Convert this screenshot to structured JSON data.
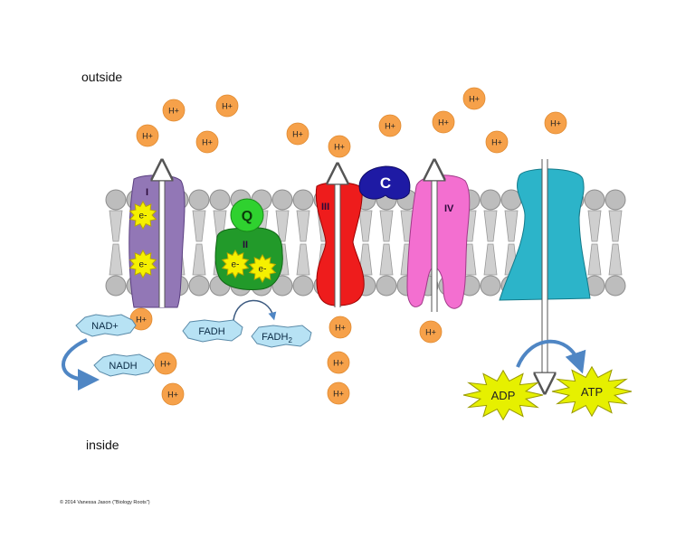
{
  "labels": {
    "outside": "outside",
    "inside": "inside",
    "proton": "H+",
    "complex_1": "I",
    "complex_2": "II",
    "complex_3": "III",
    "complex_4": "IV",
    "cytochrome_c": "C",
    "ubiquinone": "Q",
    "electron": "e-",
    "nad_plus": "NAD+",
    "nadh": "NADH",
    "fadh": "FADH",
    "fadh2_base": "FADH",
    "fadh2_sub": "2",
    "adp": "ADP",
    "atp": "ATP",
    "copyright": "© 2014 Vanessa Jason (\"Biology Roots\")"
  },
  "colors": {
    "proton": "#f6a14a",
    "complex_1": "#9277b6",
    "complex_2": "#229a2a",
    "ubiquinone": "#2fd12f",
    "complex_3": "#ee1c1c",
    "cytochrome_c": "#1e1aa4",
    "complex_4": "#f36fd0",
    "atp_synthase": "#2cb4c9",
    "electron_star": "#f5f000",
    "carrier_badge": "#b7e2f4",
    "adp_atp_star": "#e6f000",
    "membrane": "#c0c0c0",
    "arrow_curve": "#4f86c4"
  }
}
